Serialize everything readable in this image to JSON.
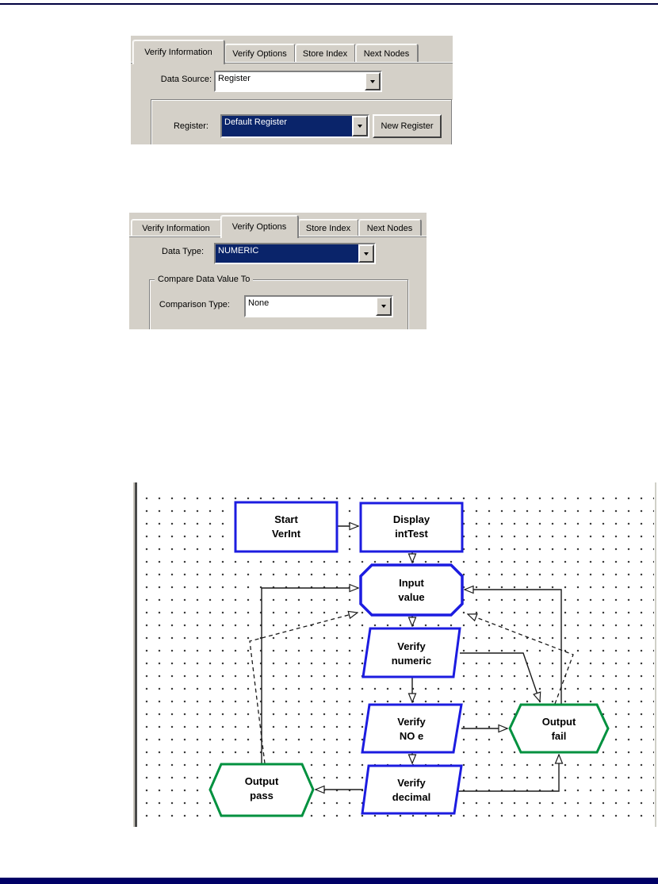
{
  "page": {
    "top_rule_color": "#000040",
    "bottom_rule_color": "#000066"
  },
  "dialog_verify_information": {
    "tabs": [
      {
        "label": "Verify Information",
        "selected": true
      },
      {
        "label": "Verify Options",
        "selected": false
      },
      {
        "label": "Store Index",
        "selected": false
      },
      {
        "label": "Next Nodes",
        "selected": false
      }
    ],
    "data_source_label": "Data Source:",
    "data_source_value": "Register",
    "register_label": "Register:",
    "register_value": "Default Register",
    "new_register_button": "New Register"
  },
  "dialog_verify_options": {
    "tabs": [
      {
        "label": "Verify Information",
        "selected": false
      },
      {
        "label": "Verify Options",
        "selected": true
      },
      {
        "label": "Store Index",
        "selected": false
      },
      {
        "label": "Next Nodes",
        "selected": false
      }
    ],
    "data_type_label": "Data Type:",
    "data_type_value": "NUMERIC",
    "compare_group_label": "Compare Data Value To",
    "comparison_type_label": "Comparison Type:",
    "comparison_type_value": "None"
  },
  "flowchart": {
    "nodes": {
      "start": {
        "line1": "Start",
        "line2": "VerInt"
      },
      "display": {
        "line1": "Display",
        "line2": "intTest"
      },
      "input": {
        "line1": "Input",
        "line2": "value"
      },
      "verify_numeric": {
        "line1": "Verify",
        "line2": "numeric"
      },
      "verify_no_e": {
        "line1": "Verify",
        "line2": "NO e"
      },
      "verify_decimal": {
        "line1": "Verify",
        "line2": "decimal"
      },
      "output_fail": {
        "line1": "Output",
        "line2": "fail"
      },
      "output_pass": {
        "line1": "Output",
        "line2": "pass"
      }
    },
    "colors": {
      "action_node_border": "#1c1ce0",
      "output_node_border": "#00913f",
      "connector": "#1a1a1a",
      "highlight": "#0a246a"
    }
  }
}
